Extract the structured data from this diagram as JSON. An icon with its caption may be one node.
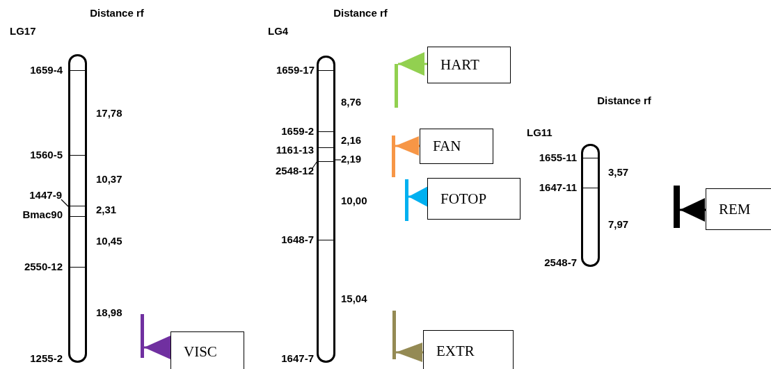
{
  "diagram": {
    "nodes": [
      {
        "text": [
          "LG17"
        ],
        "beside": [
          "Distance rf",
          "1659-4",
          "17,78",
          "1560-5",
          "10,37",
          "1447-9",
          "2,31",
          "Bmac90",
          "10,45",
          "2550-12",
          "18,98",
          "1255-2"
        ]
      },
      {
        "text": [
          "LG4"
        ],
        "beside": [
          "Distance rf",
          "1659-17",
          "8,76",
          "1659-2",
          "2,16",
          "1161-13",
          "2,19",
          "2548-12",
          "10,00",
          "1648-7",
          "15,04",
          "1647-7"
        ]
      },
      {
        "text": [],
        "shape": "bar"
      },
      {
        "text": [
          "HART"
        ]
      },
      {
        "text": [],
        "shape": "bar"
      },
      {
        "text": [
          "FAN"
        ]
      },
      {
        "text": [],
        "shape": "bar"
      },
      {
        "text": [
          "FOTOP"
        ]
      },
      {
        "text": [
          "LG11"
        ],
        "beside": [
          "Distance rf",
          "1655-11",
          "3,57",
          "1647-11",
          "7,97",
          "2548-7"
        ]
      },
      {
        "text": [],
        "shape": "bar"
      },
      {
        "text": [
          "REM"
        ]
      },
      {
        "text": [],
        "shape": "bar"
      },
      {
        "text": [
          "EXTR"
        ]
      },
      {
        "text": [],
        "shape": "bar"
      },
      {
        "text": [
          "VISC"
        ]
      }
    ],
    "edges": [
      {
        "from": 3,
        "to": 2,
        "arrow": "to",
        "color": "#92d050"
      },
      {
        "from": 5,
        "to": 4,
        "arrow": "to",
        "color": "#f79646"
      },
      {
        "from": 7,
        "to": 6,
        "arrow": "to",
        "color": "#00b0f0"
      },
      {
        "from": 10,
        "to": 9,
        "arrow": "to",
        "color": "#000000"
      },
      {
        "from": 12,
        "to": 11,
        "arrow": "to",
        "color": "#948a54"
      },
      {
        "from": 14,
        "to": 13,
        "arrow": "to",
        "color": "#7030a0"
      }
    ]
  }
}
